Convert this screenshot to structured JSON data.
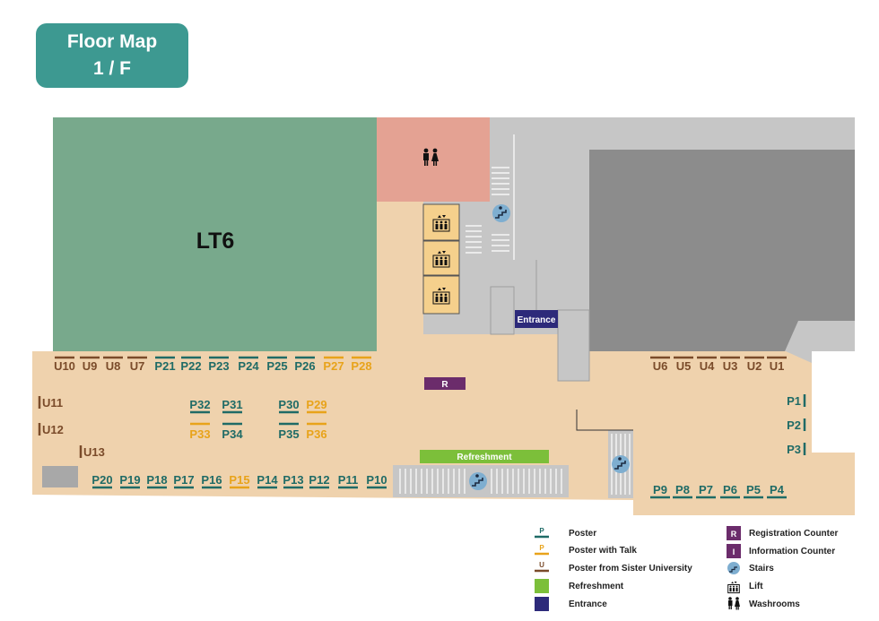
{
  "title": {
    "line1": "Floor Map",
    "line2": "1 / F"
  },
  "colors": {
    "poster": "#1f6b66",
    "poster_talk": "#e8a31a",
    "sister": "#7a4b2a",
    "refreshment": "#7cbf3a",
    "entrance": "#2d2a7a",
    "registration": "#6b2c6b",
    "information": "#6b2c6b",
    "lecture_theatre": "#78a98c",
    "washroom": "#e4a293",
    "floor": "#efd2ad",
    "building": "#c6c6c6",
    "building_dark": "#8c8c8c"
  },
  "rooms": {
    "lt6": "LT6",
    "entrance": "Entrance",
    "refreshment": "Refreshment",
    "registration": "R"
  },
  "booths": [
    {
      "id": "U10",
      "type": "sister"
    },
    {
      "id": "U9",
      "type": "sister"
    },
    {
      "id": "U8",
      "type": "sister"
    },
    {
      "id": "U7",
      "type": "sister"
    },
    {
      "id": "P21",
      "type": "poster"
    },
    {
      "id": "P22",
      "type": "poster"
    },
    {
      "id": "P23",
      "type": "poster"
    },
    {
      "id": "P24",
      "type": "poster"
    },
    {
      "id": "P25",
      "type": "poster"
    },
    {
      "id": "P26",
      "type": "poster"
    },
    {
      "id": "P27",
      "type": "poster_talk"
    },
    {
      "id": "P28",
      "type": "poster_talk"
    },
    {
      "id": "U6",
      "type": "sister"
    },
    {
      "id": "U5",
      "type": "sister"
    },
    {
      "id": "U4",
      "type": "sister"
    },
    {
      "id": "U3",
      "type": "sister"
    },
    {
      "id": "U2",
      "type": "sister"
    },
    {
      "id": "U1",
      "type": "sister"
    },
    {
      "id": "U11",
      "type": "sister"
    },
    {
      "id": "U12",
      "type": "sister"
    },
    {
      "id": "U13",
      "type": "sister"
    },
    {
      "id": "P32",
      "type": "poster"
    },
    {
      "id": "P31",
      "type": "poster"
    },
    {
      "id": "P30",
      "type": "poster"
    },
    {
      "id": "P29",
      "type": "poster_talk"
    },
    {
      "id": "P33",
      "type": "poster_talk"
    },
    {
      "id": "P34",
      "type": "poster"
    },
    {
      "id": "P35",
      "type": "poster"
    },
    {
      "id": "P36",
      "type": "poster_talk"
    },
    {
      "id": "P1",
      "type": "poster"
    },
    {
      "id": "P2",
      "type": "poster"
    },
    {
      "id": "P3",
      "type": "poster"
    },
    {
      "id": "P20",
      "type": "poster"
    },
    {
      "id": "P19",
      "type": "poster"
    },
    {
      "id": "P18",
      "type": "poster"
    },
    {
      "id": "P17",
      "type": "poster"
    },
    {
      "id": "P16",
      "type": "poster"
    },
    {
      "id": "P15",
      "type": "poster_talk"
    },
    {
      "id": "P14",
      "type": "poster"
    },
    {
      "id": "P13",
      "type": "poster"
    },
    {
      "id": "P12",
      "type": "poster"
    },
    {
      "id": "P11",
      "type": "poster"
    },
    {
      "id": "P10",
      "type": "poster"
    },
    {
      "id": "P9",
      "type": "poster"
    },
    {
      "id": "P8",
      "type": "poster"
    },
    {
      "id": "P7",
      "type": "poster"
    },
    {
      "id": "P6",
      "type": "poster"
    },
    {
      "id": "P5",
      "type": "poster"
    },
    {
      "id": "P4",
      "type": "poster"
    }
  ],
  "legend": {
    "poster": {
      "symbol": "P",
      "label": "Poster"
    },
    "poster_talk": {
      "symbol": "P",
      "label": "Poster with Talk"
    },
    "sister": {
      "symbol": "U",
      "label": "Poster from Sister University"
    },
    "refreshment": {
      "label": "Refreshment"
    },
    "entrance": {
      "label": "Entrance"
    },
    "registration": {
      "symbol": "R",
      "label": "Registration Counter"
    },
    "information": {
      "symbol": "I",
      "label": "Information Counter"
    },
    "stairs": {
      "label": "Stairs"
    },
    "lift": {
      "label": "Lift"
    },
    "washrooms": {
      "label": "Washrooms"
    }
  }
}
